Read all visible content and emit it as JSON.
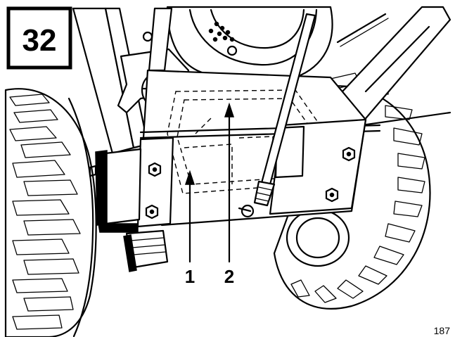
{
  "figure": {
    "number": "32",
    "callouts": [
      "1",
      "2"
    ],
    "page_ref": "187"
  },
  "components": {
    "left_tire": "left-tire",
    "right_tire": "right-tire",
    "rear_panel": "rear-panel",
    "handle_bar": "handle-bar",
    "control_rod": "control-rod",
    "foot_pedal": "foot-pedal"
  }
}
